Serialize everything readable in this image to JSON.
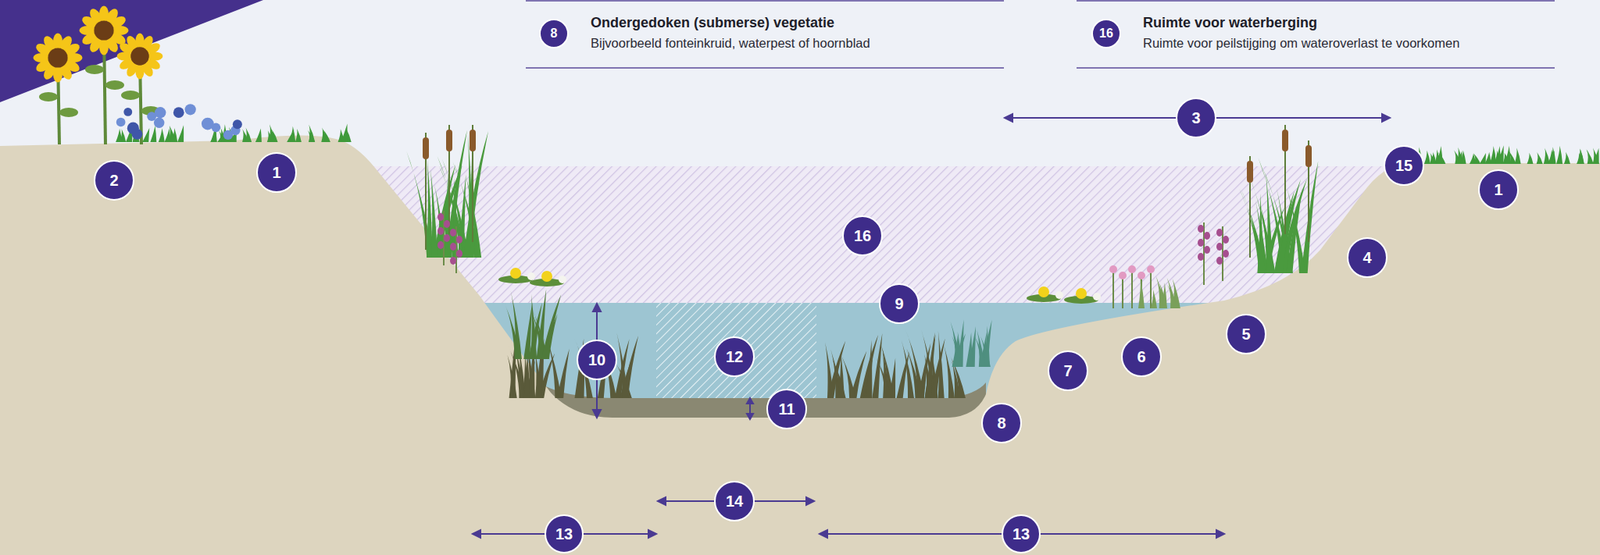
{
  "diagram": {
    "nodes": [
      {
        "text": [
          "Ondergedoken (submerse) vegetatie",
          "Bijvoorbeeld fonteinkruid, waterpest of hoornblad"
        ]
      },
      {
        "text": [
          "Ruimte voor waterberging",
          "Ruimte voor peilstijging om wateroverlast te voorkomen"
        ]
      }
    ],
    "edges": [],
    "labels": [
      "8",
      "16",
      "3",
      "2",
      "1",
      "15",
      "1",
      "16",
      "4",
      "9",
      "5",
      "10",
      "12",
      "6",
      "7",
      "11",
      "8",
      "14",
      "13",
      "13"
    ]
  }
}
